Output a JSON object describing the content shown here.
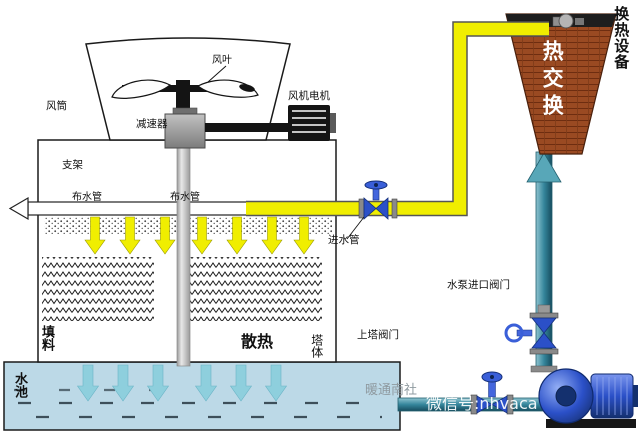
{
  "labels": {
    "heat_exchange_equipment": "换热设备",
    "heat_exchange": "热交换",
    "fan_blade": "风叶",
    "air_duct": "风筒",
    "fan_motor": "风机电机",
    "reducer": "减速器",
    "support": "支架",
    "distribution_pipe_left": "布水管",
    "distribution_pipe_right": "布水管",
    "inlet_pipe": "进水管",
    "pump_inlet_valve": "水泵进口阀门",
    "tower_supply_valve": "上塔阀门",
    "fill_material": "填料",
    "heat_dissipation": "散热",
    "tower_body": "塔体",
    "water_pool": "水池"
  },
  "watermark": {
    "line1": "暖通南社",
    "line2": "微信号:nhvaca"
  },
  "colors": {
    "hot_water_pipe": "#f0ee00",
    "cold_water_pipe": "#35869c",
    "pool_water": "#bcd9e7",
    "heat_exchanger_body": "#9a4a22",
    "valve": "#2b50c8",
    "pump": "#2b50c8",
    "cooling_arrow": "#8ecfdd"
  }
}
